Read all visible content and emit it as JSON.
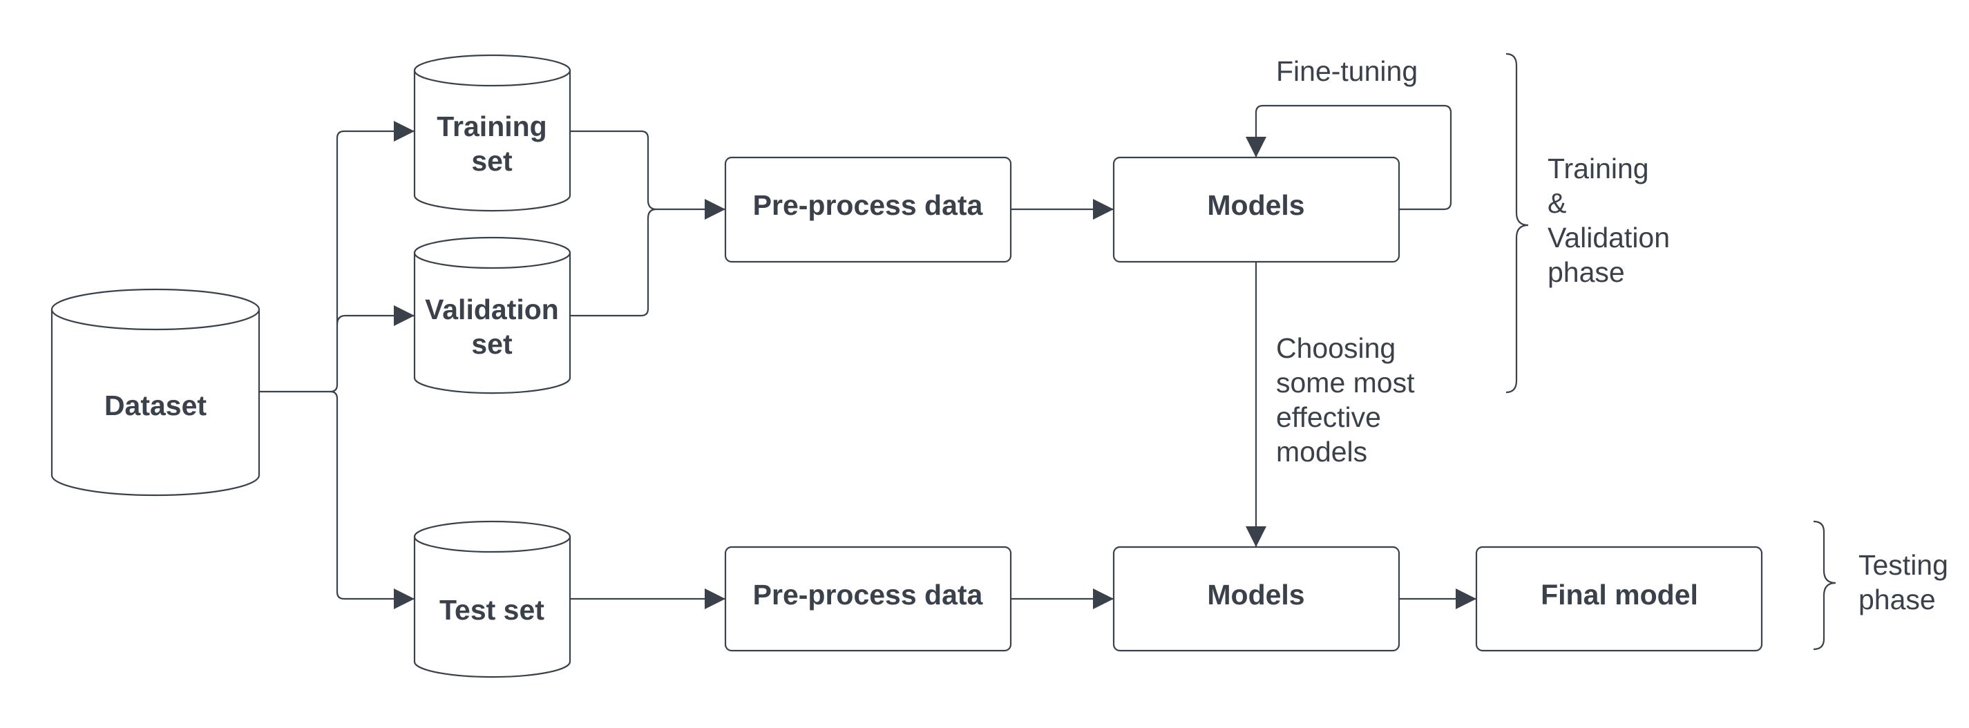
{
  "diagram": {
    "colors": {
      "stroke": "#3a414a",
      "text": "#3a414a",
      "background": "#ffffff"
    },
    "nodes": {
      "dataset": {
        "shape": "cylinder",
        "label": "Dataset"
      },
      "training_set": {
        "shape": "cylinder",
        "label_line1": "Training",
        "label_line2": "set"
      },
      "validation_set": {
        "shape": "cylinder",
        "label_line1": "Validation",
        "label_line2": "set"
      },
      "test_set": {
        "shape": "cylinder",
        "label": "Test set"
      },
      "preprocess_top": {
        "shape": "rounded-rectangle",
        "label": "Pre-process data"
      },
      "models_top": {
        "shape": "rounded-rectangle",
        "label": "Models"
      },
      "preprocess_bottom": {
        "shape": "rounded-rectangle",
        "label": "Pre-process data"
      },
      "models_bottom": {
        "shape": "rounded-rectangle",
        "label": "Models"
      },
      "final_model": {
        "shape": "rounded-rectangle",
        "label": "Final model"
      }
    },
    "edges": [
      {
        "from": "dataset",
        "to": "training_set"
      },
      {
        "from": "dataset",
        "to": "validation_set"
      },
      {
        "from": "dataset",
        "to": "test_set"
      },
      {
        "from": "training_set",
        "to": "preprocess_top"
      },
      {
        "from": "validation_set",
        "to": "preprocess_top"
      },
      {
        "from": "preprocess_top",
        "to": "models_top"
      },
      {
        "from": "models_top",
        "to": "models_top",
        "label": "Fine-tuning"
      },
      {
        "from": "models_top",
        "to": "models_bottom",
        "label": "Choosing some most effective models"
      },
      {
        "from": "test_set",
        "to": "preprocess_bottom"
      },
      {
        "from": "preprocess_bottom",
        "to": "models_bottom"
      },
      {
        "from": "models_bottom",
        "to": "final_model"
      }
    ],
    "annotations": {
      "fine_tuning": "Fine-tuning",
      "choosing": [
        "Choosing",
        "some most",
        "effective",
        "models"
      ],
      "training_phase": [
        "Training",
        "&",
        "Validation",
        "phase"
      ],
      "testing_phase": [
        "Testing",
        "phase"
      ]
    }
  }
}
